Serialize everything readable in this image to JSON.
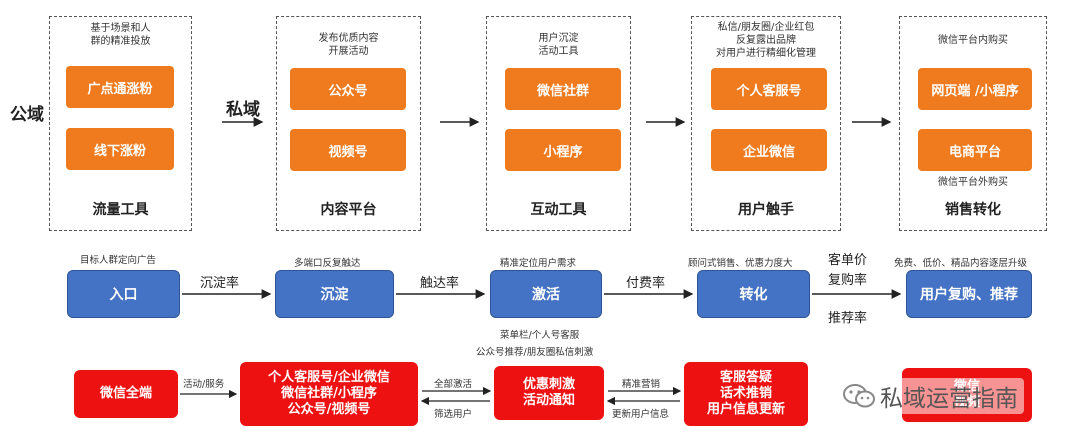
{
  "top": {
    "left_label": "公域",
    "mid_label": "私域",
    "stages": [
      {
        "note": "基于场景和人\n群的精准投放",
        "items": [
          "广点通涨粉",
          "线下涨粉"
        ],
        "title": "流量工具"
      },
      {
        "note": "发布优质内容\n开展活动",
        "items": [
          "公众号",
          "视频号"
        ],
        "title": "内容平台"
      },
      {
        "note": "用户沉淀\n活动工具",
        "items": [
          "微信社群",
          "小程序"
        ],
        "title": "互动工具"
      },
      {
        "note": "私信/朋友圈/企业红包\n反复露出品牌\n对用户进行精细化管理",
        "items": [
          "个人客服号",
          "企业微信"
        ],
        "title": "用户触手"
      },
      {
        "note": "微信平台内购买",
        "items": [
          "网页端 /小程序",
          "电商平台"
        ],
        "note2": "微信平台外购买",
        "title": "销售转化"
      }
    ]
  },
  "funnel": {
    "nodes": [
      {
        "label": "入口",
        "note": "目标人群定向广告"
      },
      {
        "label": "沉淀",
        "note": "多端口反复触达"
      },
      {
        "label": "激活",
        "note": "精准定位用户需求"
      },
      {
        "label": "转化",
        "note": "顾问式销售、优惠力度大"
      },
      {
        "label": "用户复购、推荐",
        "note": "免费、低价、精品内容逐层升级"
      }
    ],
    "rates": [
      "沉淀率",
      "触达率",
      "付费率"
    ],
    "rate_last_1": "客单价",
    "rate_last_2": "复购率",
    "rate_last_3": "推荐率",
    "below_activate_1": "菜单栏/个人号客服",
    "below_activate_2": "公众号推荐/朋友圈私信刺激"
  },
  "bottom": {
    "box1": "微信全端",
    "arrow1": "活动/服务",
    "box2_l1": "个人客服号/企业微信",
    "box2_l2": "微信社群/小程序",
    "box2_l3": "公众号/视频号",
    "arrow2_top": "全部激活",
    "arrow2_bottom": "筛选用户",
    "box3_l1": "优惠刺激",
    "box3_l2": "活动通知",
    "arrow3_top": "精准营销",
    "arrow3_bottom": "更新用户信息",
    "box4_l1": "客服答疑",
    "box4_l2": "话术推销",
    "box4_l3": "用户信息更新",
    "box5_l1": "微信",
    "box5_l2": "视频"
  },
  "watermark": "私域运营指南",
  "colors": {
    "orange": "#f07b1f",
    "blue": "#4472c4",
    "red": "#ee1111"
  }
}
